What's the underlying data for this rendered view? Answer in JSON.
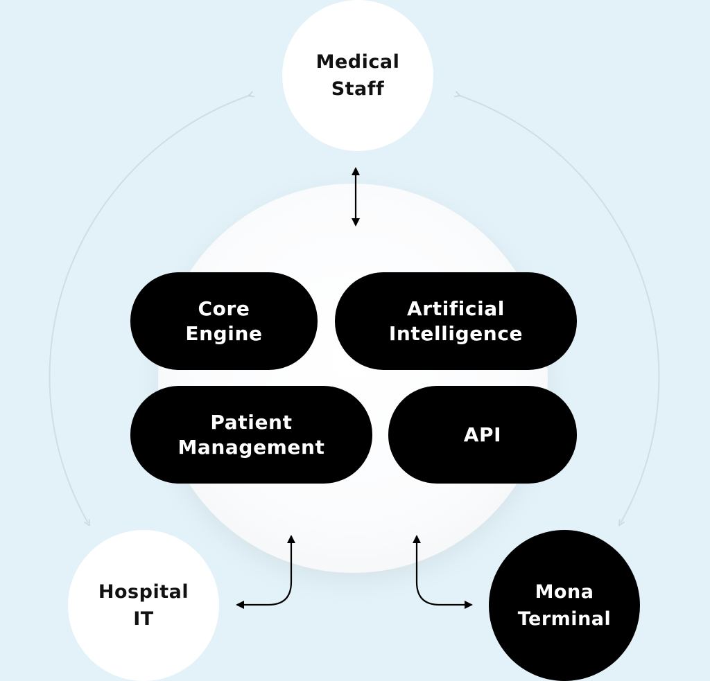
{
  "nodes": {
    "medical_staff": "Medical\nStaff",
    "hospital_it": "Hospital\nIT",
    "mona_terminal": "Mona\nTerminal"
  },
  "modules": {
    "core_engine": "Core\nEngine",
    "artificial_intelligence": "Artificial\nIntelligence",
    "patient_management": "Patient\nManagement",
    "api": "API"
  },
  "colors": {
    "background": "#e3f2f8",
    "hub": "#ffffff",
    "dark_fill": "#000000",
    "light_fill": "#ffffff",
    "cycle_arrow": "#cfdde3"
  }
}
